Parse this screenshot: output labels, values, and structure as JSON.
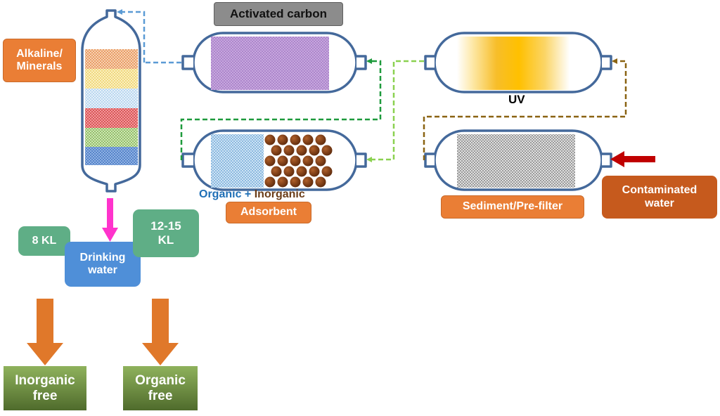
{
  "labels": {
    "activated_carbon": "Activated carbon",
    "alkaline_minerals_line1": "Alkaline/",
    "alkaline_minerals_line2": "Minerals",
    "uv": "UV",
    "organic": "Organic",
    "plus": "+",
    "inorganic": "Inorganic",
    "adsorbent": "Adsorbent",
    "sediment_prefilter": "Sediment/Pre-filter",
    "contaminated_line1": "Contaminated",
    "contaminated_line2": "water",
    "kl_8": "8 KL",
    "kl_12_15_line1": "12-15",
    "kl_12_15_line2": "KL",
    "drinking_line1": "Drinking",
    "drinking_line2": "water",
    "inorganic_free_line1": "Inorganic",
    "inorganic_free_line2": "free",
    "organic_free_line1": "Organic",
    "organic_free_line2": "free"
  },
  "colors": {
    "vessel_outline": "#44699b",
    "label_orange": "#ea7e35",
    "label_dark_orange": "#c65a1d",
    "label_gray": "#808080",
    "teal": "#5fae86",
    "drinking_blue": "#4f8fd8",
    "arrow_magenta": "#ff33cc",
    "arrow_red": "#c00000",
    "arrow_orange": "#e0782a",
    "organic_text": "#1f6fb6",
    "inorganic_text": "#6b3d18",
    "uv_yellow": "#ffc000",
    "carbon_purple": "#b48fd0",
    "media_blue": "#8fc0e6",
    "bead_brown": "#7a3b12",
    "flow_blue": "#5b9bd5",
    "flow_dark_green": "#1e9a3c",
    "flow_light_green": "#8bd150",
    "flow_brown": "#8a6312"
  }
}
